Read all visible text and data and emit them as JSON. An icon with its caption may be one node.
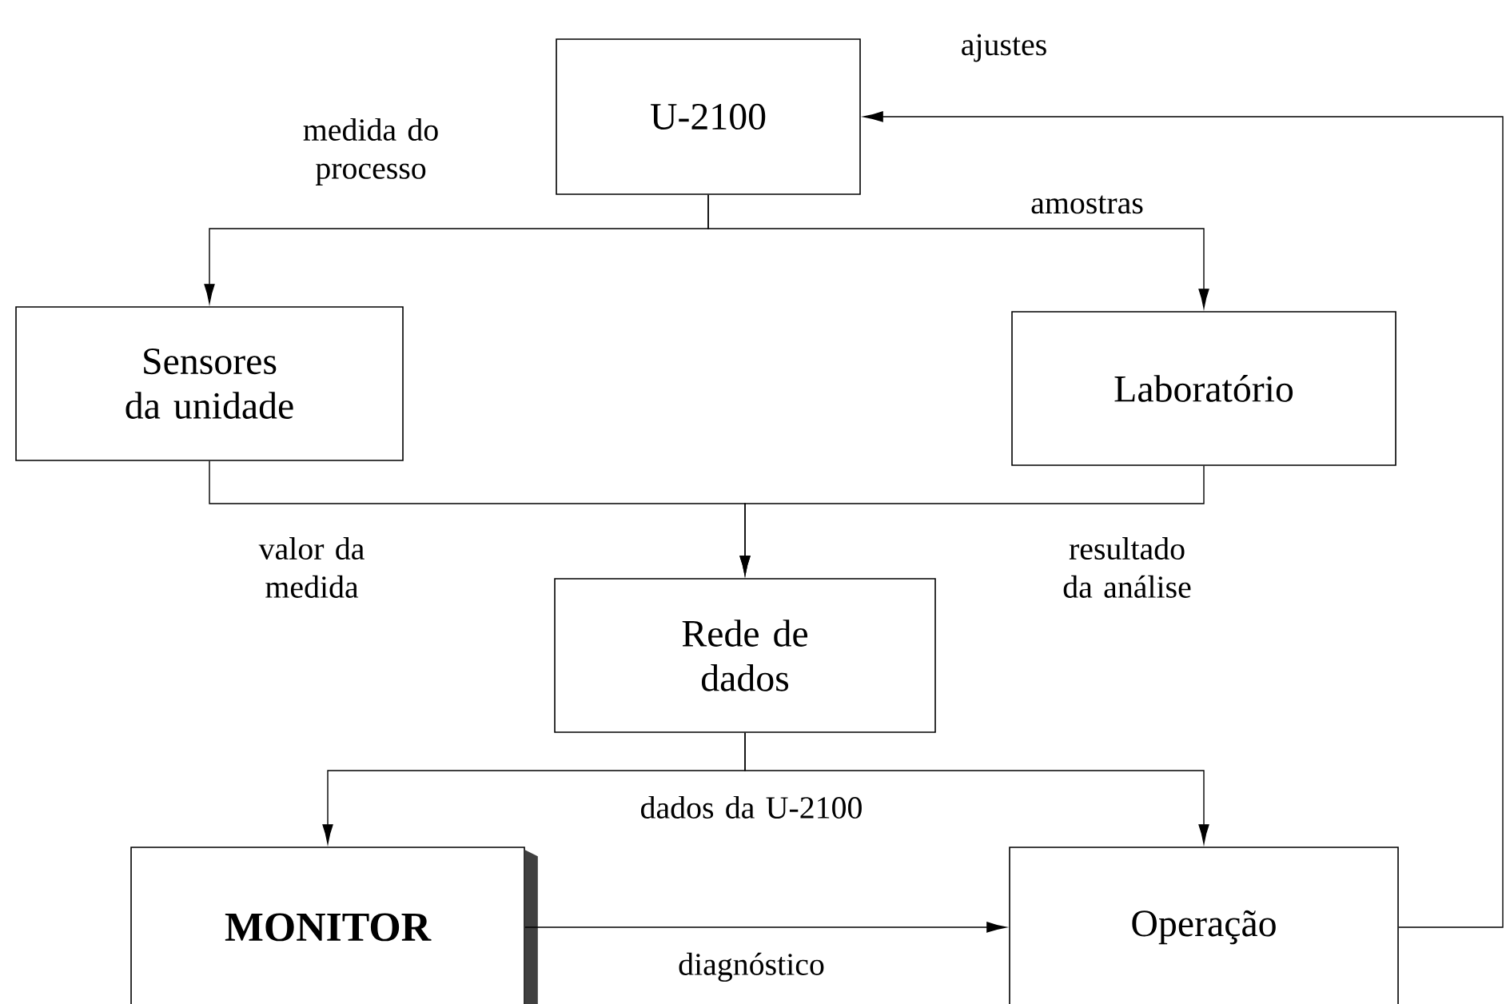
{
  "diagram": {
    "nodes": [
      {
        "text": [
          "U-2100"
        ]
      },
      {
        "text": [
          "Sensores da unidade"
        ]
      },
      {
        "text": [
          "Laboratório"
        ]
      },
      {
        "text": [
          "Rede de dados"
        ]
      },
      {
        "text": [
          "MONITOR"
        ]
      },
      {
        "text": [
          "Operação"
        ]
      }
    ],
    "edges": [
      {
        "from": 0,
        "to": 1,
        "arrow": "to",
        "label": "medida do processo"
      },
      {
        "from": 0,
        "to": 2,
        "arrow": "to",
        "label": "amostras"
      },
      {
        "from": 1,
        "to": 3,
        "arrow": "to",
        "label": "valor da medida"
      },
      {
        "from": 2,
        "to": 3,
        "arrow": "to",
        "label": "resultado da análise"
      },
      {
        "from": 3,
        "to": 4,
        "arrow": "to"
      },
      {
        "from": 3,
        "to": 5,
        "arrow": "to"
      },
      {
        "from": 4,
        "to": 5,
        "arrow": "to",
        "label": "diagnóstico"
      },
      {
        "from": 5,
        "to": 0,
        "arrow": "to",
        "label": "ajustes"
      }
    ],
    "labels": [
      "dados da U-2100"
    ]
  }
}
